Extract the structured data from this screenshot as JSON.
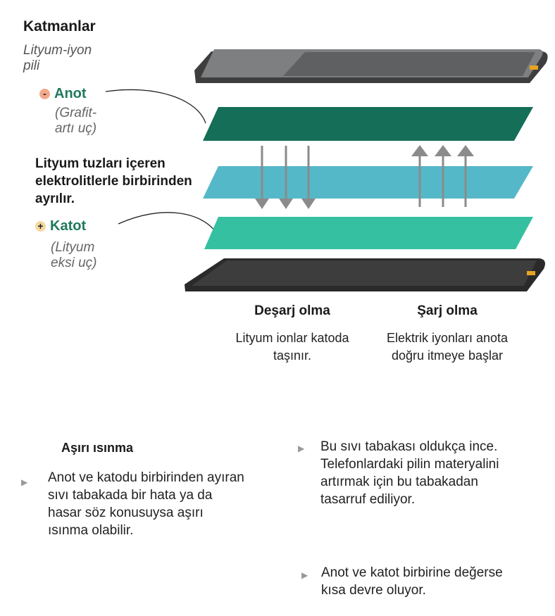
{
  "header": {
    "title": "Katmanlar",
    "subtitle": "Lityum-iyon pili"
  },
  "anode": {
    "sign": "-",
    "label": "Anot",
    "note": "(Grafit-artı uç)"
  },
  "electrolyte_note": "Lityum tuzları içeren elektrolitlerle birbirinden ayrılır.",
  "cathode": {
    "sign": "+",
    "label": "Katot",
    "note": "(Lityum eksi uç)"
  },
  "discharge": {
    "title": "Deşarj olma",
    "text": "Lityum ionlar katoda taşınır."
  },
  "charge": {
    "title": "Şarj olma",
    "text": "Elektrik iyonları anota doğru itmeye başlar"
  },
  "overheat": {
    "title": "Aşırı ısınma",
    "left_bullet": "Anot ve katodu birbirinden ayıran sıvı tabakada bir hata ya da hasar söz konusuysa aşırı ısınma olabilir.",
    "right_bullet_1": "Bu sıvı tabakası oldukça ince. Telefonlardaki pilin materyalini artırmak için bu tabakadan tasarruf ediliyor.",
    "right_bullet_2": "Anot ve katot birbirine değerse kısa devre oluyor."
  },
  "colors": {
    "anode_layer": "#156e58",
    "electrolyte_layer": "#55b8c8",
    "cathode_layer": "#35c1a1",
    "casing": "#3a3a3a",
    "accent_label": "#1f7a5c"
  }
}
